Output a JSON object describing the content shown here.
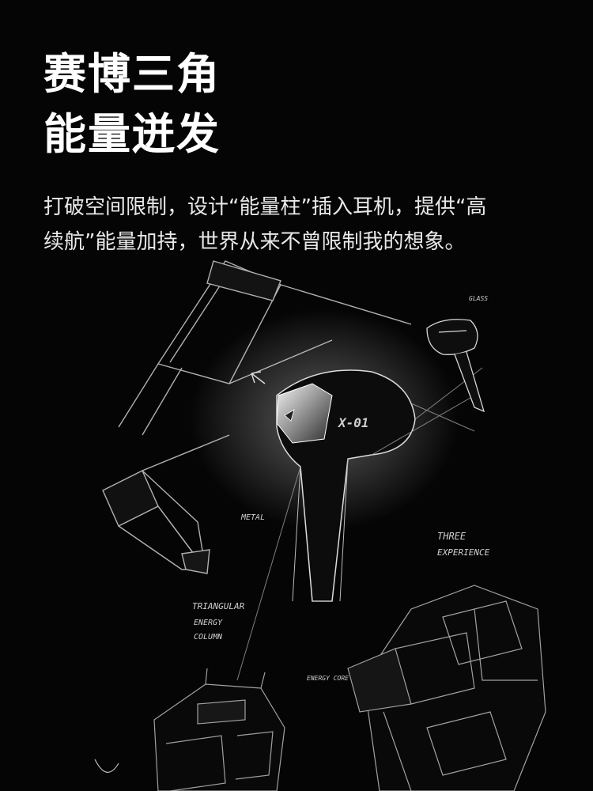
{
  "title": {
    "line1": "赛博三角",
    "line2": "能量迸发"
  },
  "description": {
    "line1": "打破空间限制，设计“能量柱”插入耳机，提供“高",
    "line2": "续航”能量加持，世界从来不曾限制我的想象。"
  },
  "sketch": {
    "model_label": "X-01",
    "annotations": {
      "metal": "METAL",
      "three": "THREE",
      "experience": "EXPERIENCE",
      "triangular": "TRIANGULAR",
      "energy": "ENERGY",
      "column": "COLUMN",
      "energy_core": "ENERGY CORE",
      "glass": "GLASS"
    }
  },
  "colors": {
    "background": "#050505",
    "title": "#ffffff",
    "text": "#e9e9e9",
    "sketch_line": "#d8d8d8"
  }
}
